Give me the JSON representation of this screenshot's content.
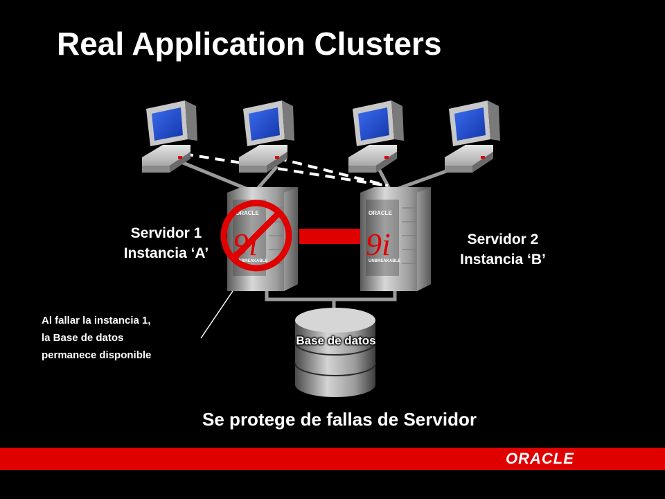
{
  "title": "Real Application Clusters",
  "server1": {
    "line1": "Servidor 1",
    "line2": "Instancia ‘A’",
    "badge": "ORACLE",
    "version": "9i",
    "caption": "UNBREAKABLE",
    "status": "failed"
  },
  "server2": {
    "line1": "Servidor 2",
    "line2": "Instancia ‘B’",
    "badge": "ORACLE",
    "version": "9i",
    "caption": "UNBREAKABLE",
    "status": "active"
  },
  "note": {
    "line1": "Al fallar la instancia 1,",
    "line2": "la Base de datos",
    "line3": "permanece disponible"
  },
  "database": {
    "label": "Base de datos"
  },
  "subtitle": "Se protege de fallas de Servidor",
  "footer": {
    "logo": "ORACLE"
  },
  "colors": {
    "background": "#000000",
    "accent_red": "#e00000",
    "screen_blue": "#1f4fd6",
    "cable_gray": "#9a9a9a"
  },
  "icons": [
    "workstation-icon",
    "server-icon",
    "database-icon",
    "no-symbol-icon",
    "oracle-logo"
  ]
}
